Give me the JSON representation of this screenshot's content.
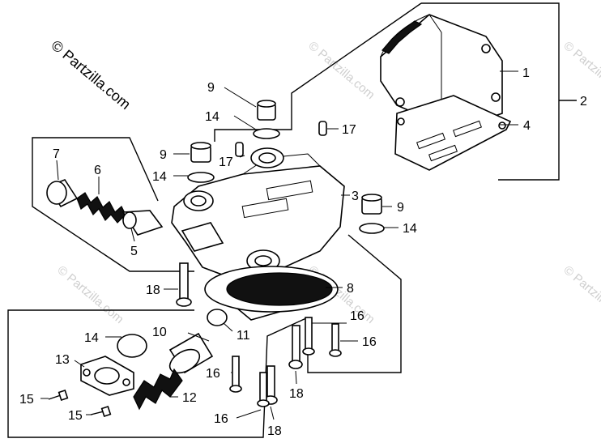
{
  "watermark": {
    "main": "© Partzilla.com",
    "faint": "© Partzilla.com"
  },
  "callouts": {
    "c1": "1",
    "c2": "2",
    "c3": "3",
    "c4": "4",
    "c5": "5",
    "c6": "6",
    "c7": "7",
    "c8": "8",
    "c9a": "9",
    "c9b": "9",
    "c9c": "9",
    "c10": "10",
    "c11": "11",
    "c12": "12",
    "c13": "13",
    "c14a": "14",
    "c14b": "14",
    "c14c": "14",
    "c14d": "14",
    "c15a": "15",
    "c15b": "15",
    "c16a": "16",
    "c16b": "16",
    "c16c": "16",
    "c16d": "16",
    "c17a": "17",
    "c17b": "17",
    "c18a": "18",
    "c18b": "18",
    "c18c": "18"
  }
}
